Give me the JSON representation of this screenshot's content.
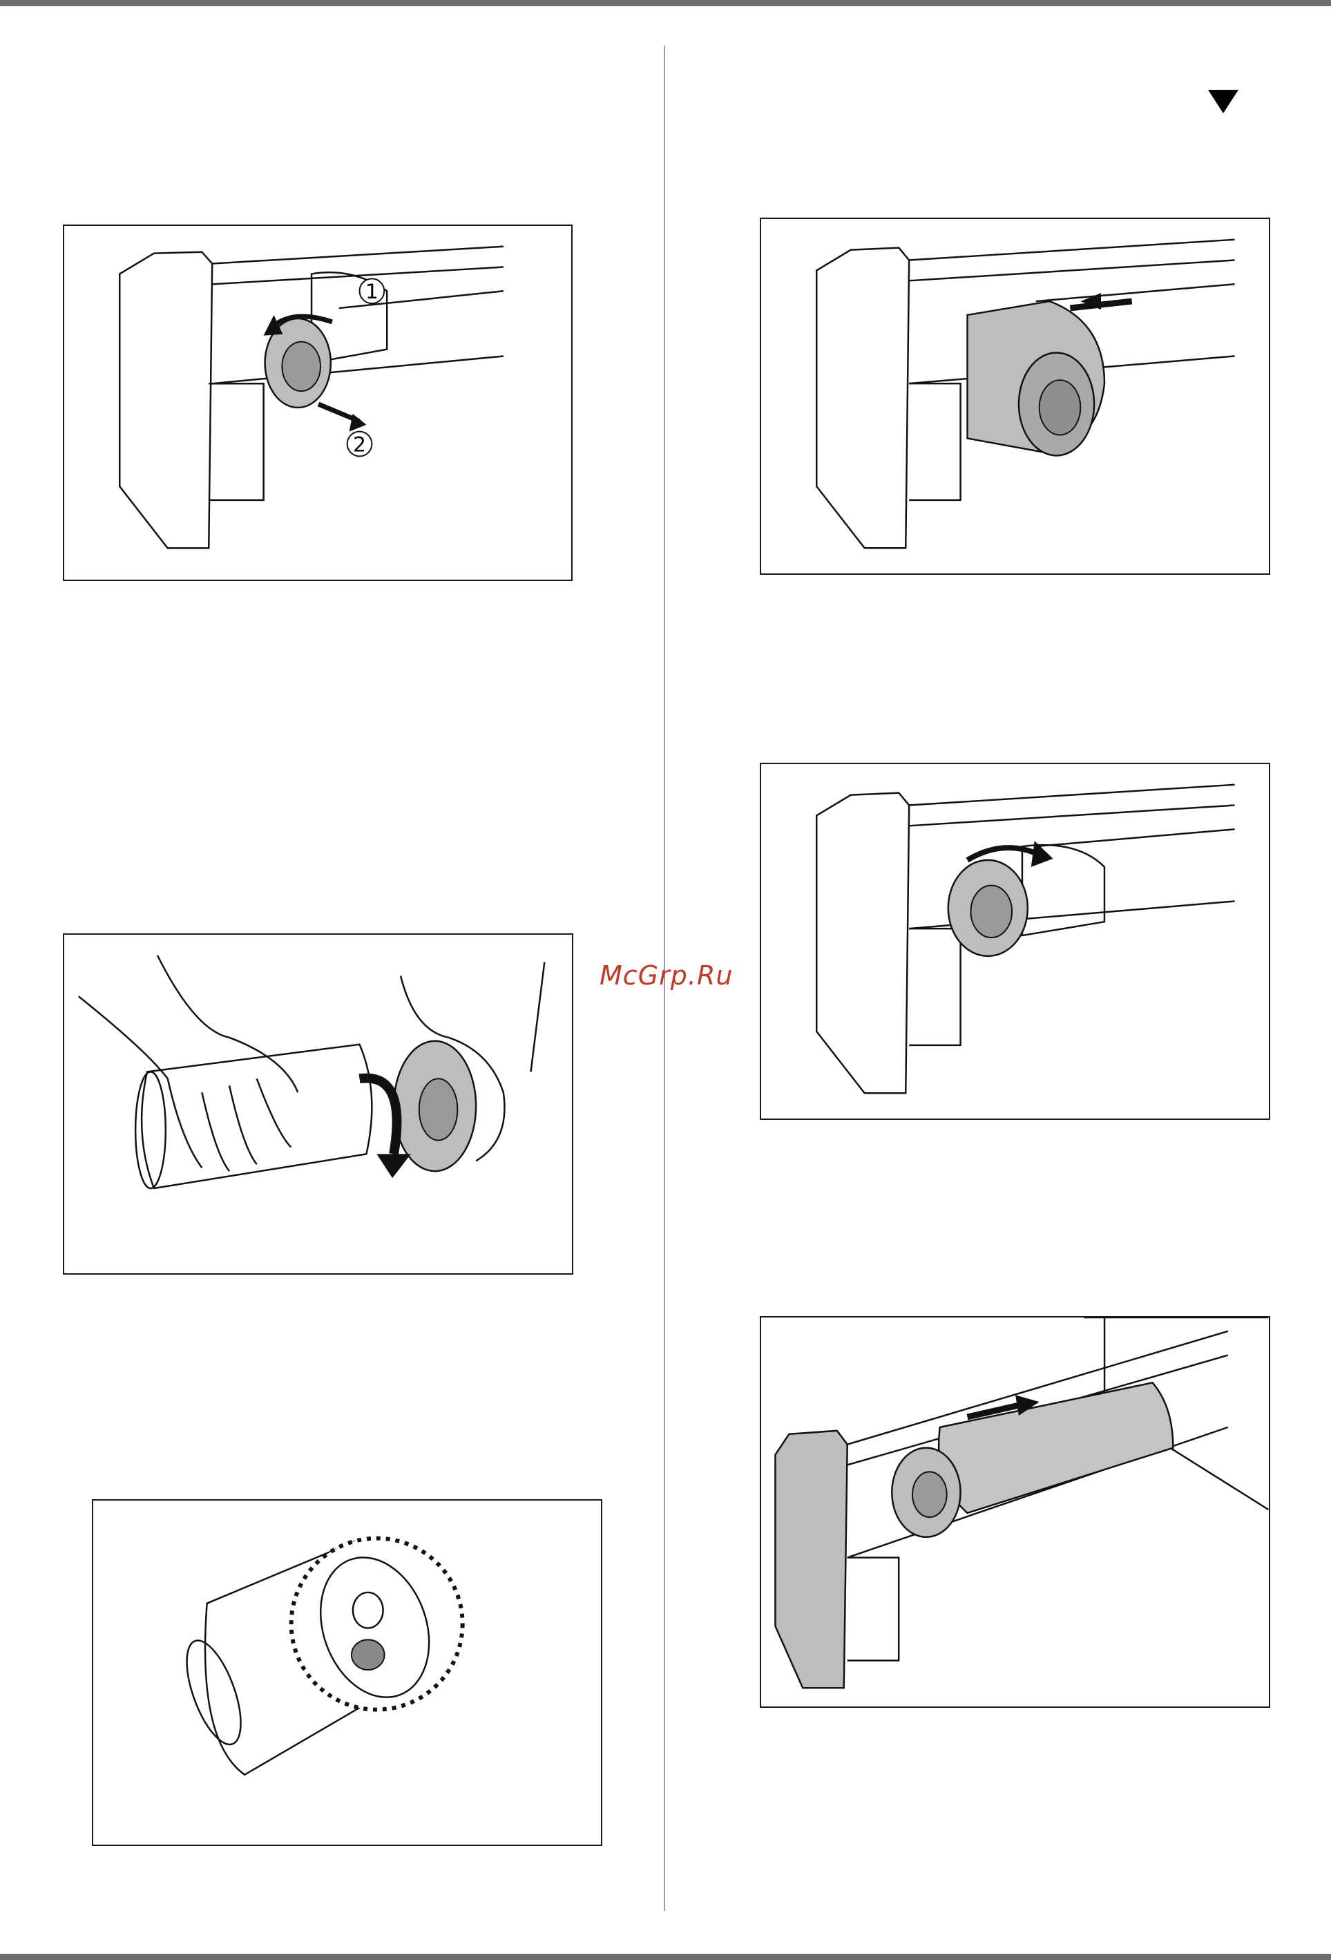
{
  "page": {
    "watermark": "McGrp.Ru",
    "continue_marker": "continue-arrow"
  },
  "panels": [
    {
      "id": "remove-bottle-cap",
      "step_labels": [
        "1",
        "2"
      ]
    },
    {
      "id": "install-bottle-slide-in"
    },
    {
      "id": "rotate-cap-by-hand"
    },
    {
      "id": "rotate-bottle-lock"
    },
    {
      "id": "bottle-inlet-detail"
    },
    {
      "id": "push-unit-into-machine"
    }
  ],
  "colors": {
    "frame": "#1a1a1a",
    "bars": "#6e6e6e",
    "watermark": "#c0392b",
    "bottle_fill": "#bdbdbd"
  }
}
